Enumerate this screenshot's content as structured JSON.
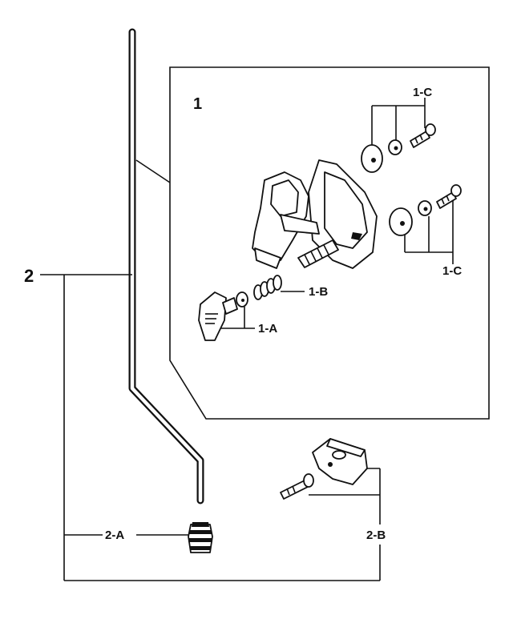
{
  "callouts": {
    "assembly_1": "1",
    "part_1a": "1-A",
    "part_1b": "1-B",
    "part_1c_top": "1-C",
    "part_1c_bottom": "1-C",
    "assembly_2": "2",
    "part_2a": "2-A",
    "part_2b": "2-B"
  }
}
